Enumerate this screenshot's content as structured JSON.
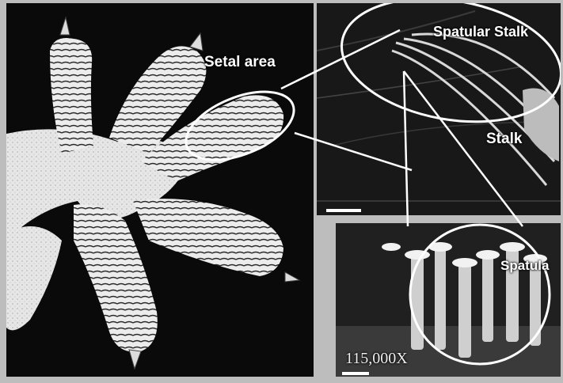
{
  "labels": {
    "setal_area": "Setal area",
    "spatular_stalk": "Spatular Stalk",
    "stalk": "Stalk",
    "spatula": "Spatula",
    "magnification": "115,000X"
  },
  "colors": {
    "background": "#bdbdbd",
    "annotation": "#ffffff"
  }
}
